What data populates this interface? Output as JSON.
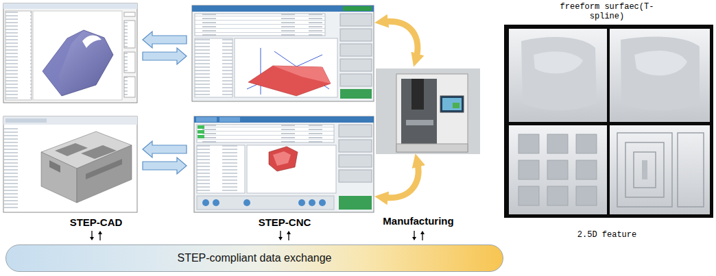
{
  "diagram": {
    "nodes": [
      {
        "text": [
          "STEP-compliant data exchange"
        ]
      }
    ],
    "labels": [
      "STEP-CAD",
      "STEP-CNC",
      "Manufacturing",
      "freeform surfaec(T-spline)",
      "2.5D feature"
    ]
  }
}
